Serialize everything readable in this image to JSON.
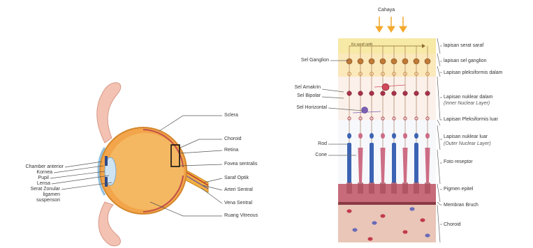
{
  "eye": {
    "left_labels": [
      "Chamber anterior",
      "Kornea",
      "Pupil",
      "Lensa",
      "Serat Zonular",
      "ligamen",
      "suspensori"
    ],
    "right_labels": [
      "Sclera",
      "Choroid",
      "Retina",
      "Fovea sentralis",
      "Saraf Optik",
      "Arteri Sentral",
      "Vena Sentral",
      "Ruang Vitreous"
    ]
  },
  "retina": {
    "light_label": "Cahaya",
    "fiber_label": "Ke saraf optik",
    "left_labels": [
      "Sel Ganglion",
      "Sel Amakrin",
      "Sel Bipolar",
      "Sel Horizontal",
      "Rod",
      "Cone"
    ],
    "layers": [
      {
        "name": "lapisan serat saraf",
        "sub": ""
      },
      {
        "name": "lapisan sel ganglion",
        "sub": ""
      },
      {
        "name": "Lapisan pleksiformis dalam",
        "sub": ""
      },
      {
        "name": "Lapisan nuklear dalam",
        "sub": "(Inner Nuclear Layer)"
      },
      {
        "name": "Lapisan Pleksiformis luar",
        "sub": ""
      },
      {
        "name": "Lapisan nuklear luar",
        "sub": "(Outer Nuclear Layer)"
      },
      {
        "name": "Foto reseptor",
        "sub": ""
      },
      {
        "name": "Pigmen epitel",
        "sub": ""
      },
      {
        "name": "Membran Bruch",
        "sub": ""
      },
      {
        "name": "Choroid",
        "sub": ""
      }
    ]
  },
  "colors": {
    "sclera": "#f2a54a",
    "lens": "#cfe4f2",
    "lid": "#f3c2b3",
    "nerve": "#f0b040",
    "arrow": "#f3a92e",
    "nerve_layer": "#f7e9a6",
    "rod": "#3c63b3",
    "cone": "#cd6d85",
    "choroid": "#e9c6b8",
    "ganglion": "#c07a36",
    "bipolar": "#a8324a",
    "horizontal": "#7b5fb5"
  }
}
